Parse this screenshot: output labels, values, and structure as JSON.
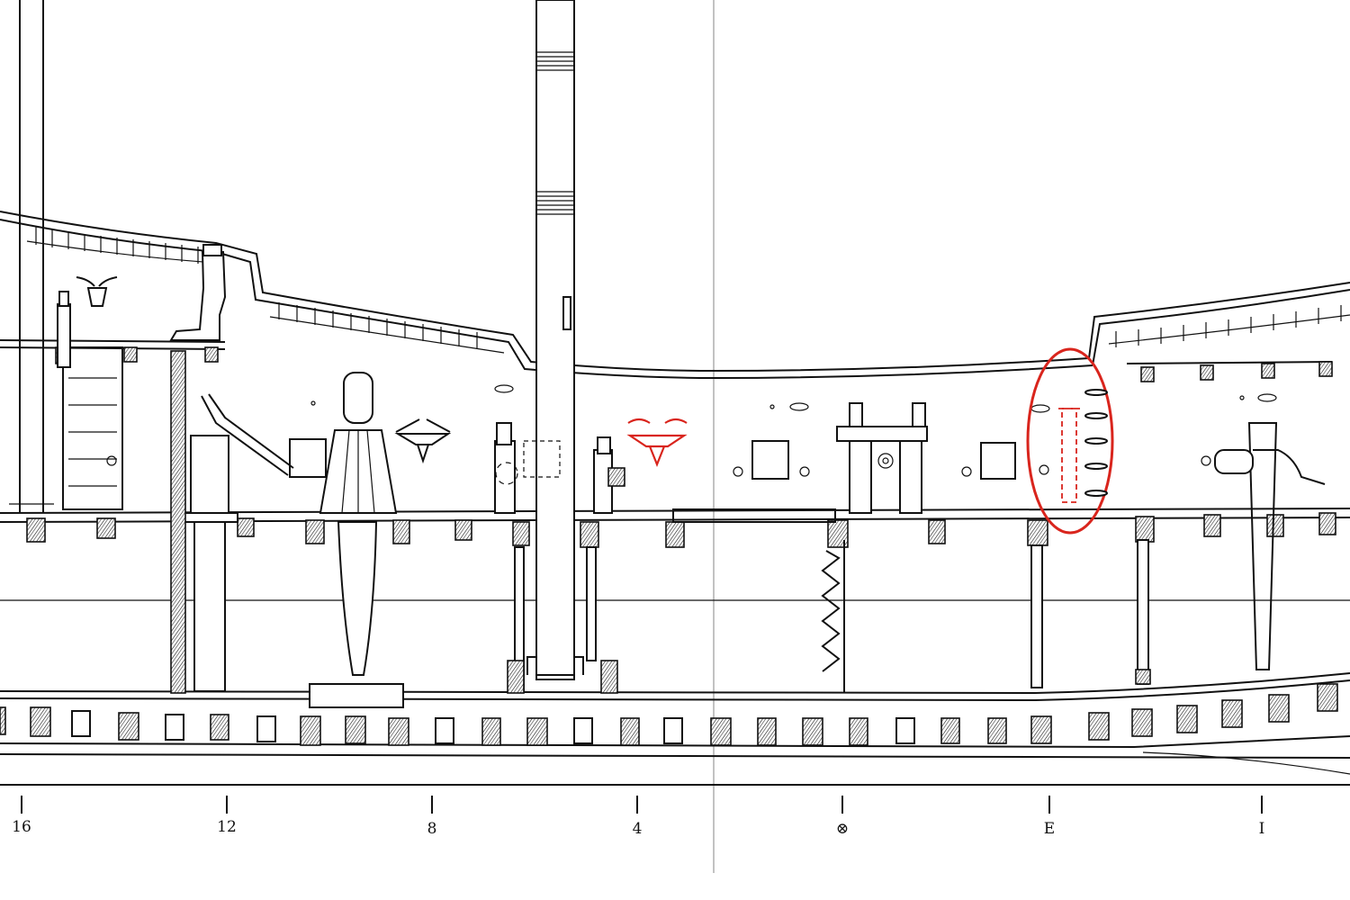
{
  "stations": [
    {
      "label": "16"
    },
    {
      "label": "12"
    },
    {
      "label": "8"
    },
    {
      "label": "4"
    },
    {
      "label": "⊗"
    },
    {
      "label": "E"
    },
    {
      "label": "I"
    }
  ],
  "highlight_color": "#d9251d",
  "ink_color": "#111111"
}
